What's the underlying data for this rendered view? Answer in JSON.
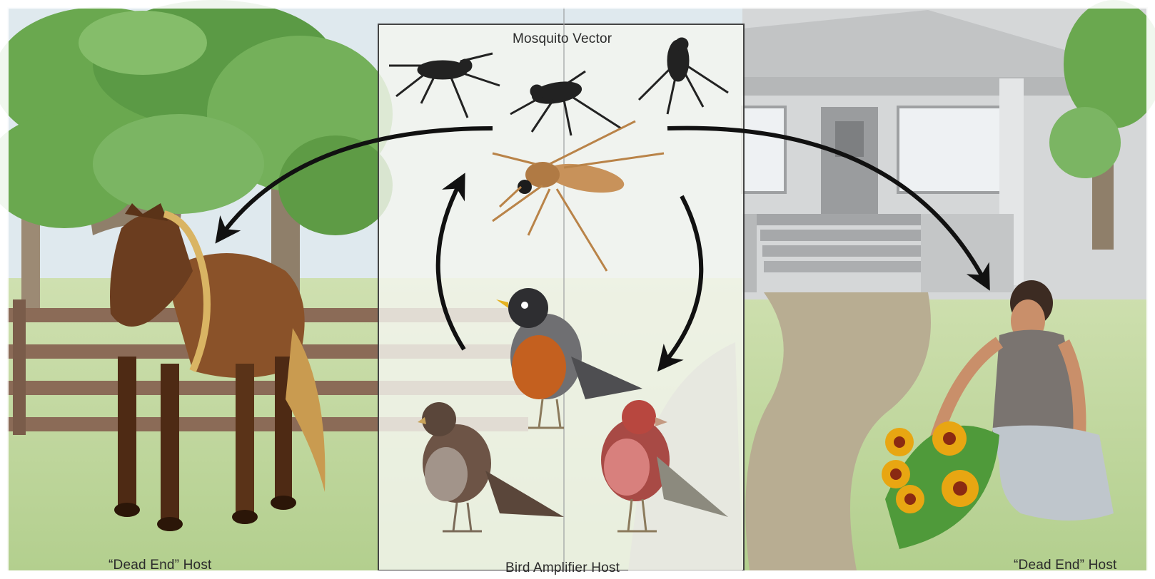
{
  "diagram": {
    "title": "Mosquito Vector",
    "left_host_label": "“Dead End” Host",
    "center_host_label": "Bird Amplifier Host",
    "right_host_label": "“Dead End” Host"
  },
  "colors": {
    "sky": "#dce8ee",
    "grass": "#bcd59a",
    "foliage": "#5e9b45",
    "fence": "#8a6a55",
    "house": "#c9cbcc",
    "panel": "#f3f4ee",
    "arrow": "#111111",
    "horse": "#7a4a24",
    "robin_breast": "#c25a20",
    "finch": "#c4575a",
    "flower": "#e8a612"
  },
  "icons": [
    "mosquito-icon",
    "horse-icon",
    "robin-icon",
    "sparrow-icon",
    "finch-icon",
    "gardener-icon",
    "flower-icon"
  ]
}
